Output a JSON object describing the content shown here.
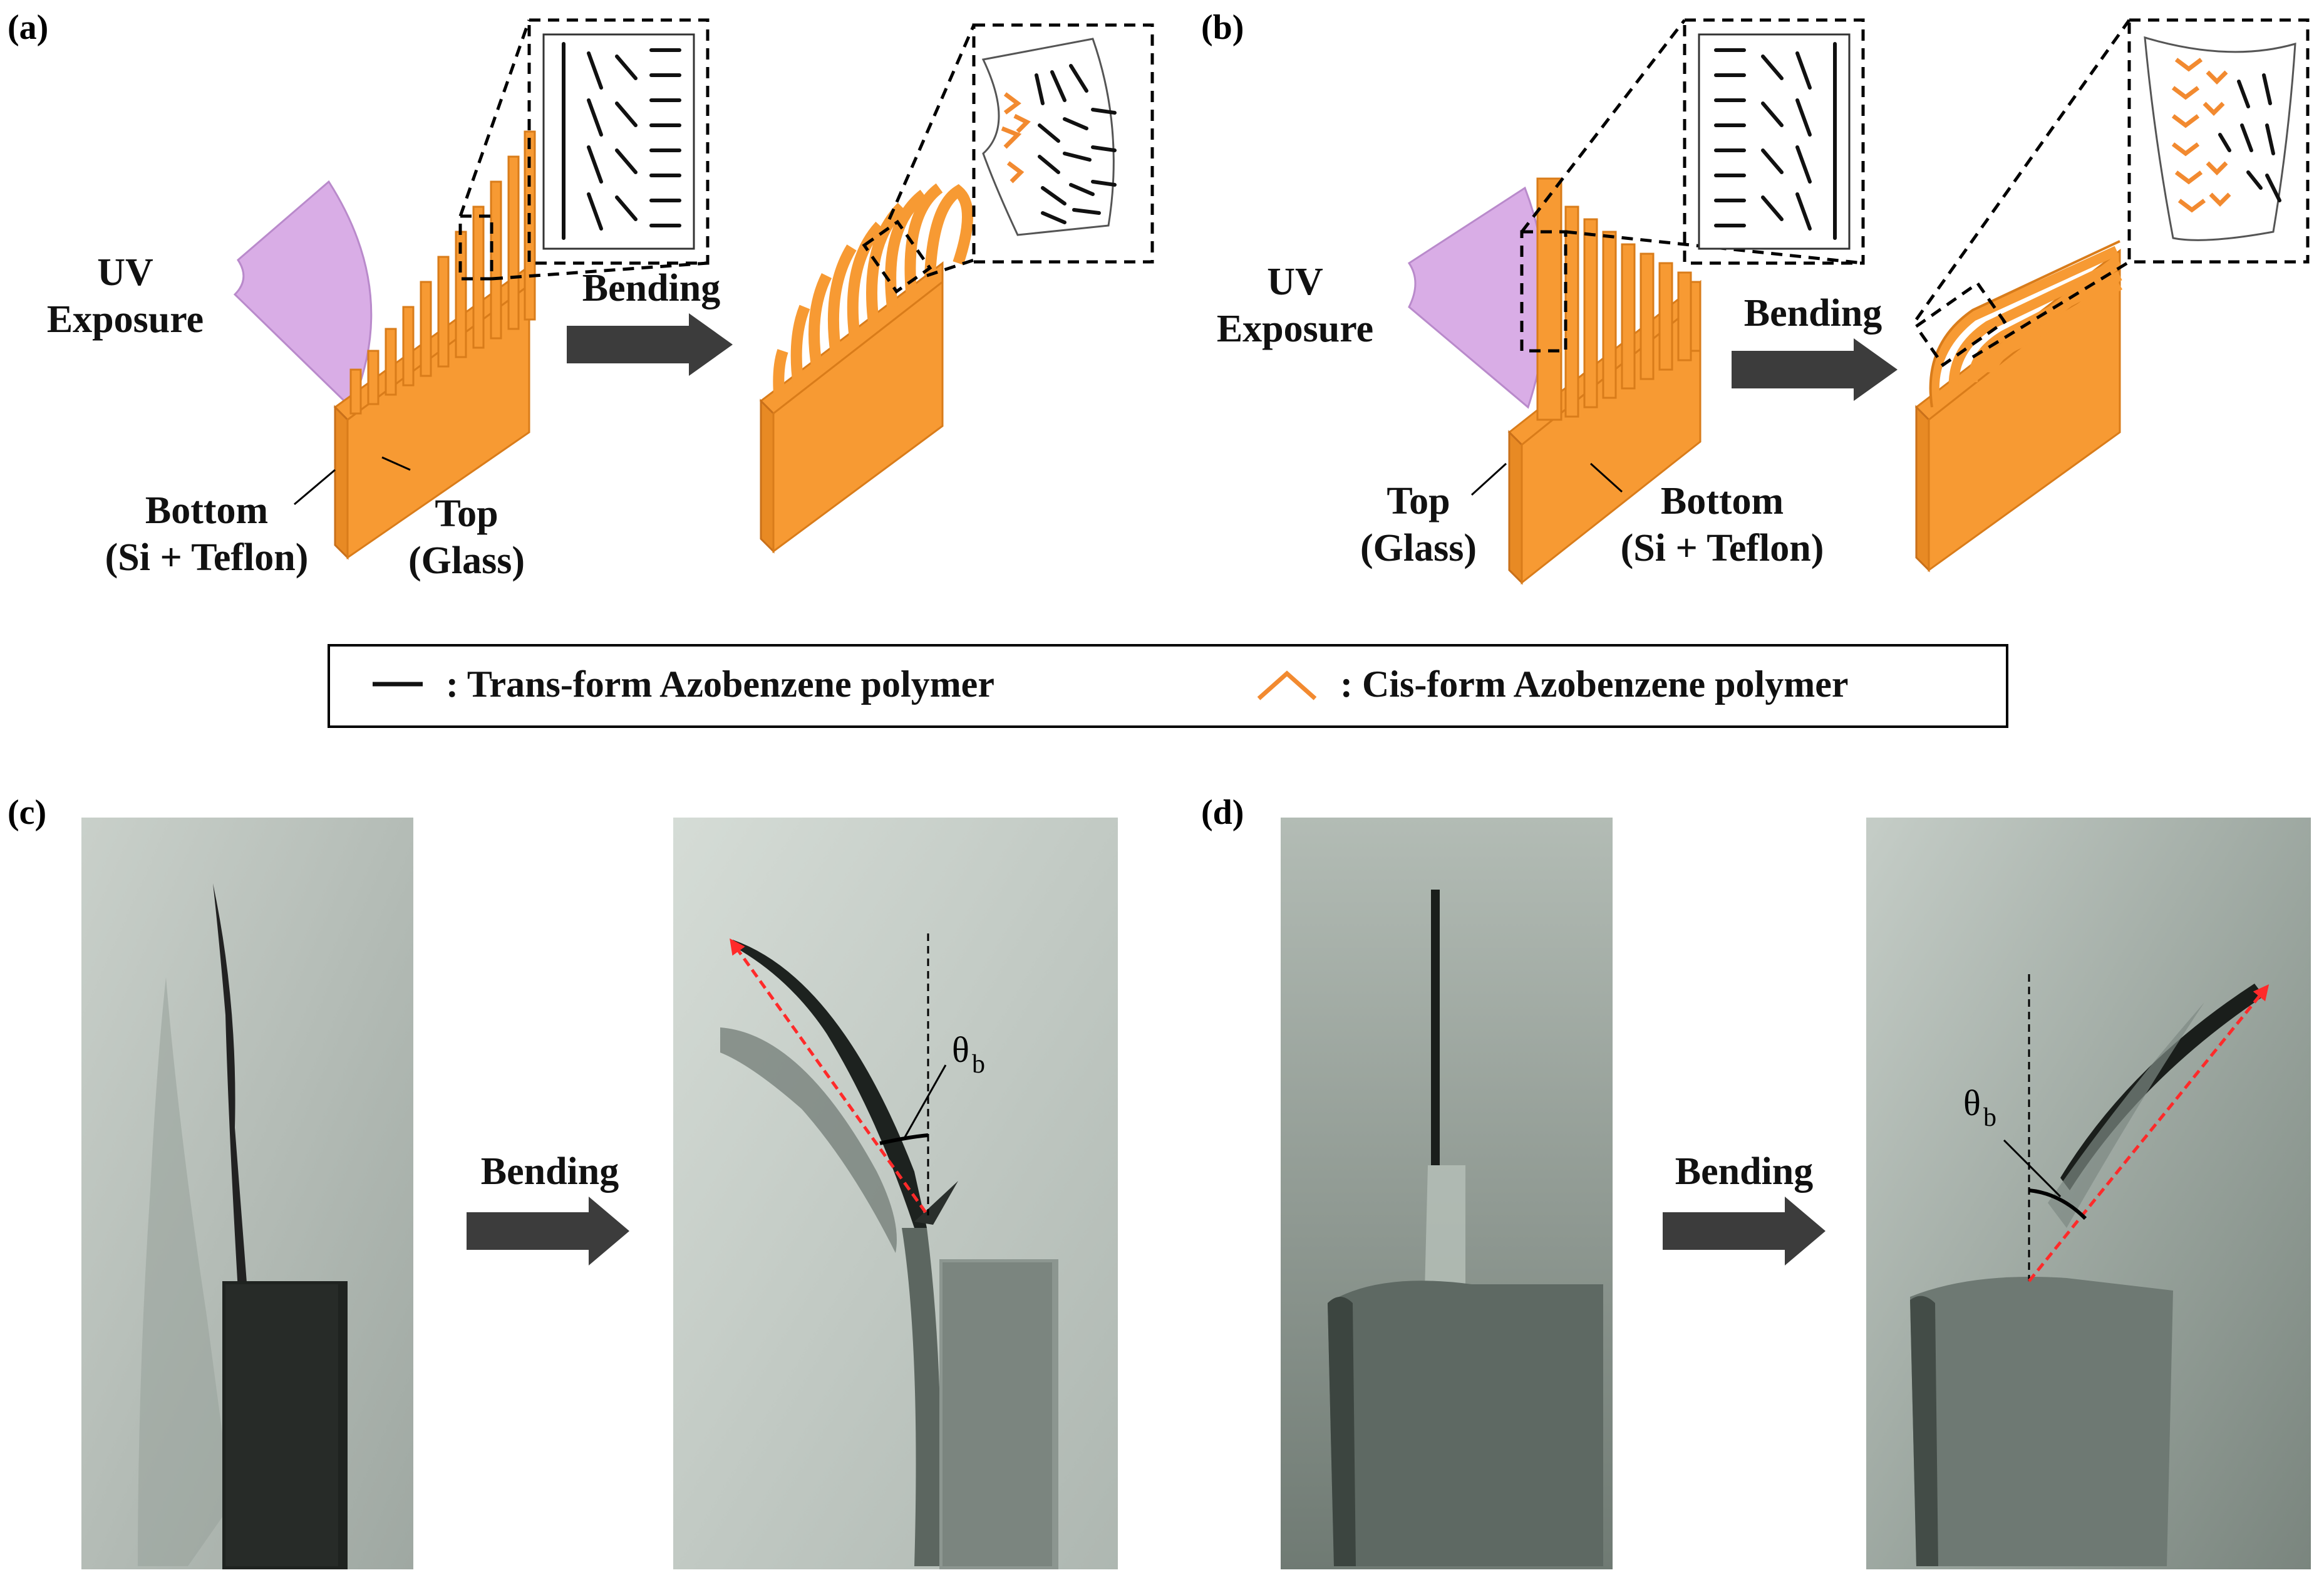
{
  "panels": {
    "a": {
      "label": "(a)",
      "uv_line1": "UV",
      "uv_line2": "Exposure",
      "bending": "Bending",
      "left_line1": "Bottom",
      "left_line2": "(Si + Teflon)",
      "right_line1": "Top",
      "right_line2": "(Glass)"
    },
    "b": {
      "label": "(b)",
      "uv_line1": "UV",
      "uv_line2": "Exposure",
      "bending": "Bending",
      "left_line1": "Top",
      "left_line2": "(Glass)",
      "right_line1": "Bottom",
      "right_line2": "(Si + Teflon)"
    },
    "c": {
      "label": "(c)",
      "bending": "Bending",
      "theta_symbol": "θ",
      "theta_sub": "b"
    },
    "d": {
      "label": "(d)",
      "bending": "Bending",
      "theta_symbol": "θ",
      "theta_sub": "b"
    }
  },
  "legend": {
    "trans": ": Trans-form  Azobenzene polymer",
    "cis": ": Cis-form  Azobenzene polymer"
  },
  "colors": {
    "polymer": "#F79A33",
    "uv": "#D9ADE6",
    "cis_marker": "#F28A30",
    "trans_marker": "#111111",
    "angle_arrow": "#FF2A2A",
    "arrow": "#3C3C3C"
  }
}
